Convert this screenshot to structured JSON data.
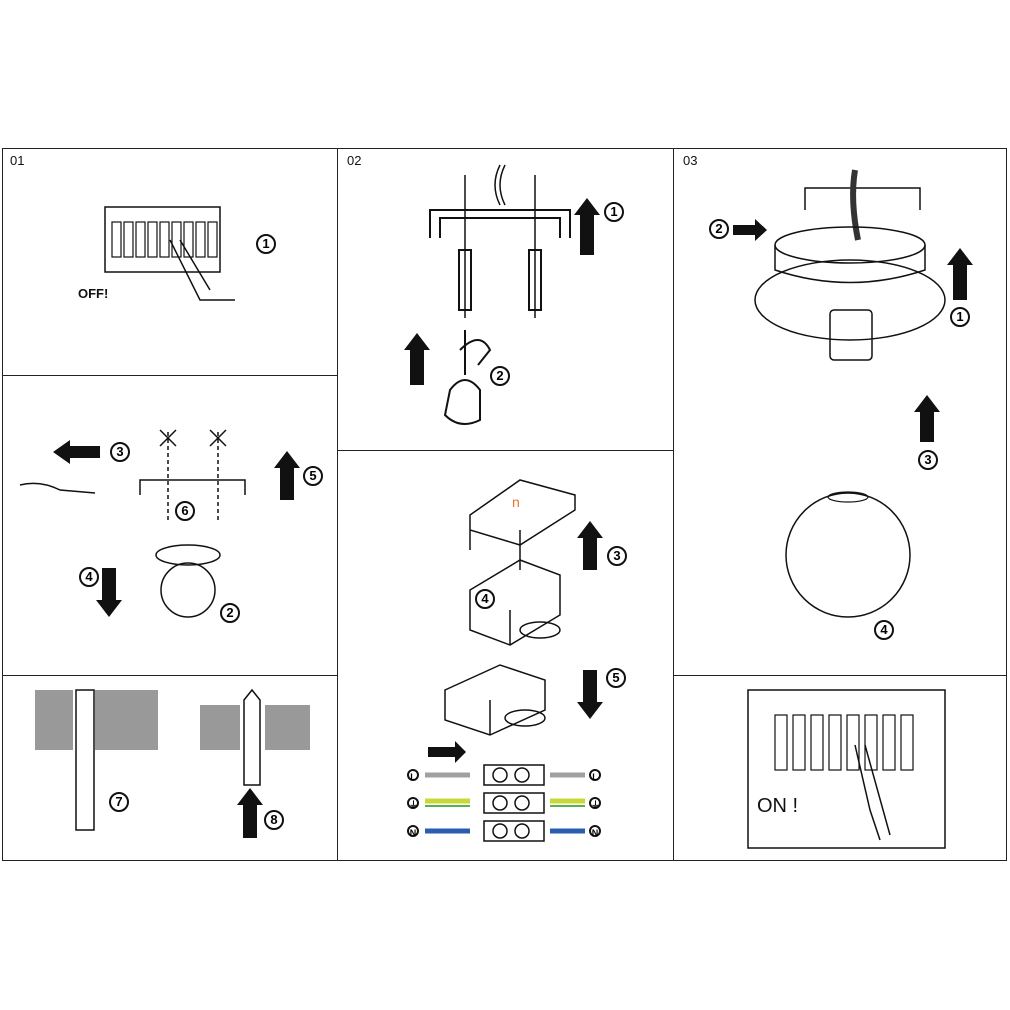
{
  "panels": {
    "p01": "01",
    "p02": "02",
    "p03": "03"
  },
  "texts": {
    "off": "OFF!",
    "on": "ON !",
    "junction_mark": "n"
  },
  "steps": [
    "1",
    "2",
    "3",
    "4",
    "5",
    "6",
    "7",
    "8"
  ],
  "wiring": {
    "rows": [
      {
        "terminal": "L",
        "color": "#a0a0a0"
      },
      {
        "terminal": "⏚",
        "color": "#c8d83a"
      },
      {
        "terminal": "N",
        "color": "#2a5db0"
      }
    ]
  },
  "colors": {
    "accent": "#e8742a"
  }
}
